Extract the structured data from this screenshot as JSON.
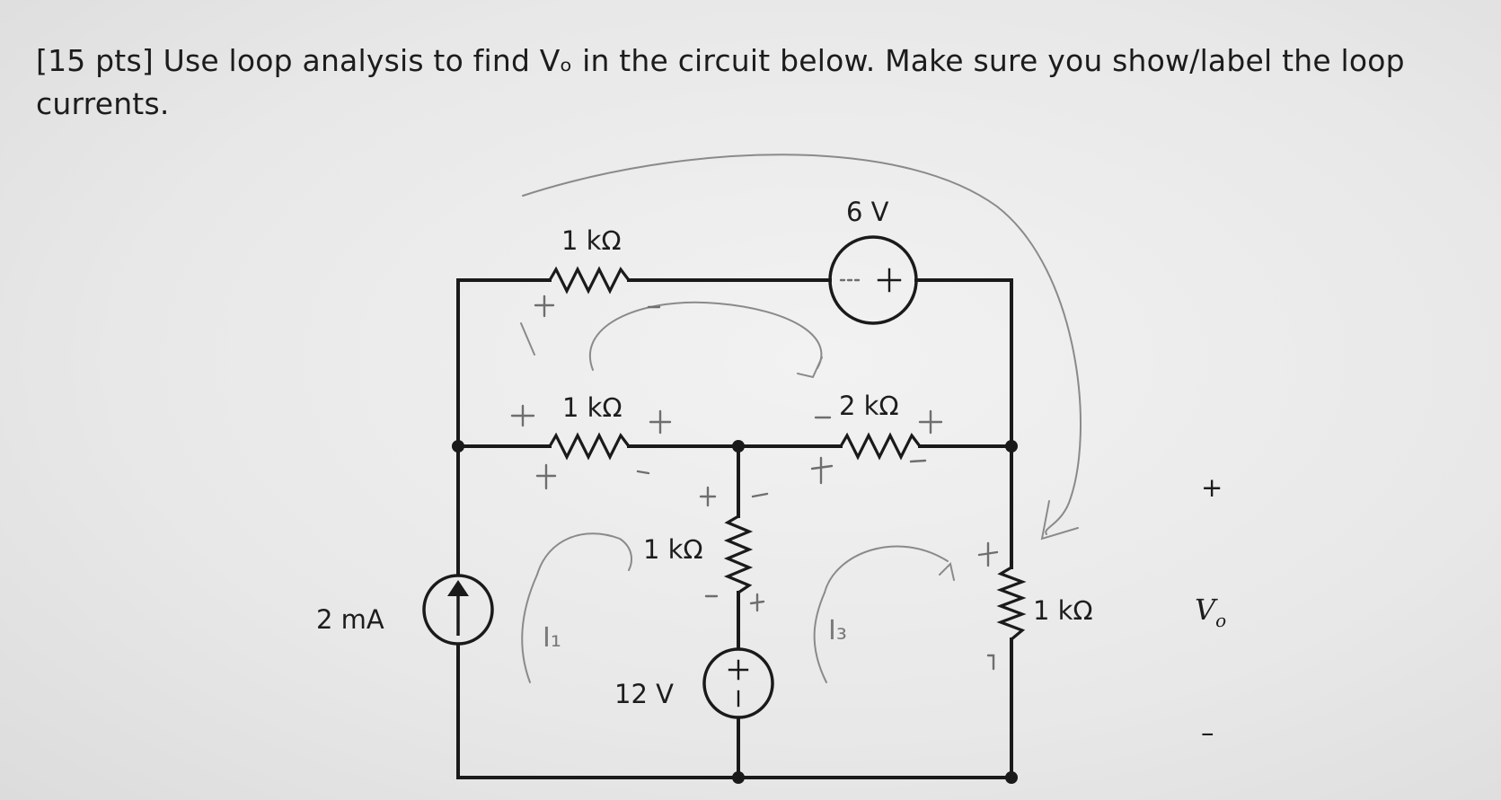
{
  "question": {
    "line1": "[15 pts] Use loop analysis to find Vₒ in the circuit below. Make sure you show/label the loop",
    "line2": "currents."
  },
  "components": {
    "r_top": "1 kΩ",
    "r_mid_left": "1 kΩ",
    "r_center_vertical": "1 kΩ",
    "r_mid_right": "2 kΩ",
    "r_right_vertical": "1 kΩ",
    "current_source": "2 mA",
    "v_source_top": "6 V",
    "v_source_bottom": "12 V"
  },
  "output": {
    "vo_label": "V",
    "vo_subscript": "o",
    "vo_plus": "+",
    "vo_minus": "–"
  },
  "handwritten": {
    "loop1": "I₁",
    "loop3": "I₃"
  }
}
